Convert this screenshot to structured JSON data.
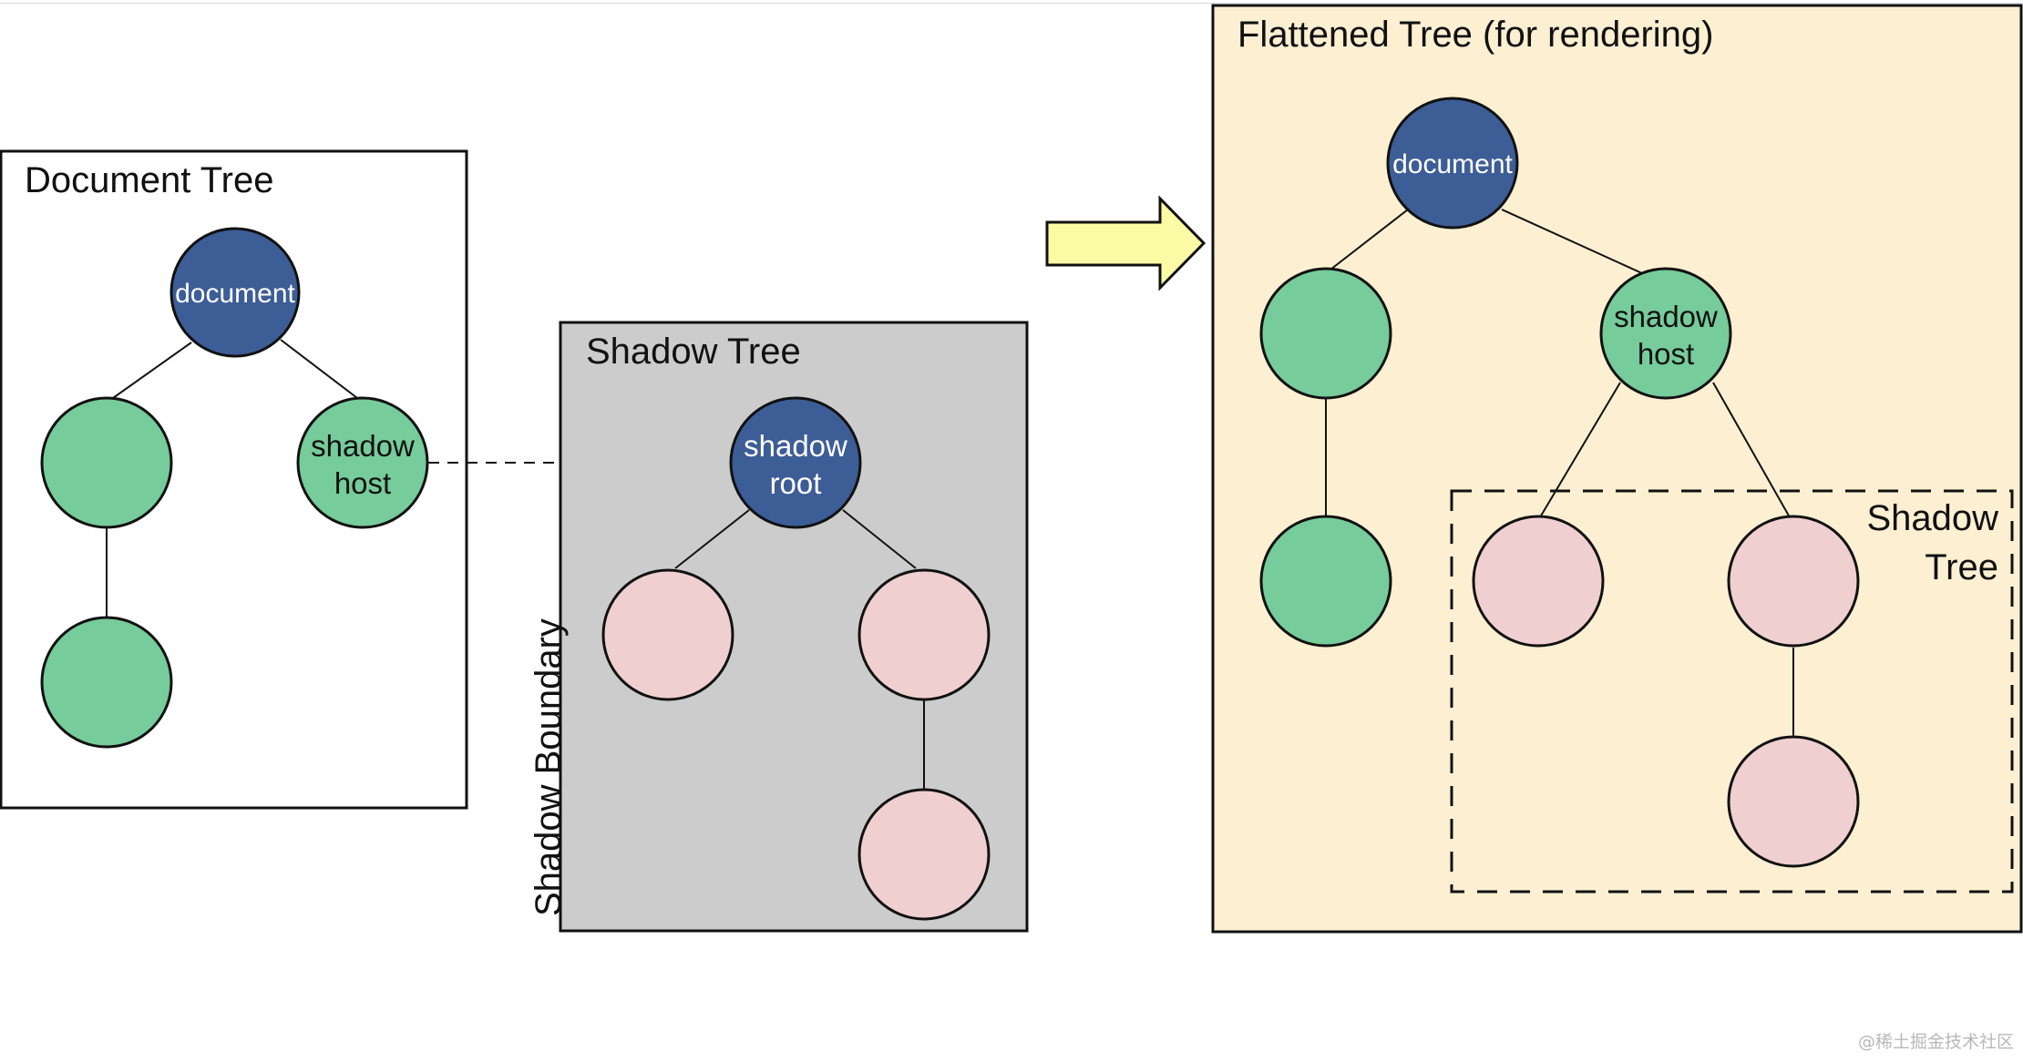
{
  "document_tree": {
    "title": "Document Tree",
    "root_label": "document",
    "host_label": [
      "shadow",
      "host"
    ]
  },
  "shadow_tree": {
    "title": "Shadow Tree",
    "root_label": [
      "shadow",
      "root"
    ],
    "boundary_label": "Shadow Boundary"
  },
  "flattened_tree": {
    "title": "Flattened Tree (for rendering)",
    "root_label": "document",
    "host_label": [
      "shadow",
      "host"
    ],
    "shadow_region_label": [
      "Shadow",
      "Tree"
    ]
  },
  "watermark": "@稀土掘金技术社区",
  "colors": {
    "document_node": "#3d5d97",
    "light_dom_node": "#76cc9a",
    "shadow_dom_node": "#f0cfd0",
    "shadow_tree_fill": "#cccccc",
    "flattened_fill": "#fdf0d2",
    "arrow_fill": "#fbfba6"
  }
}
